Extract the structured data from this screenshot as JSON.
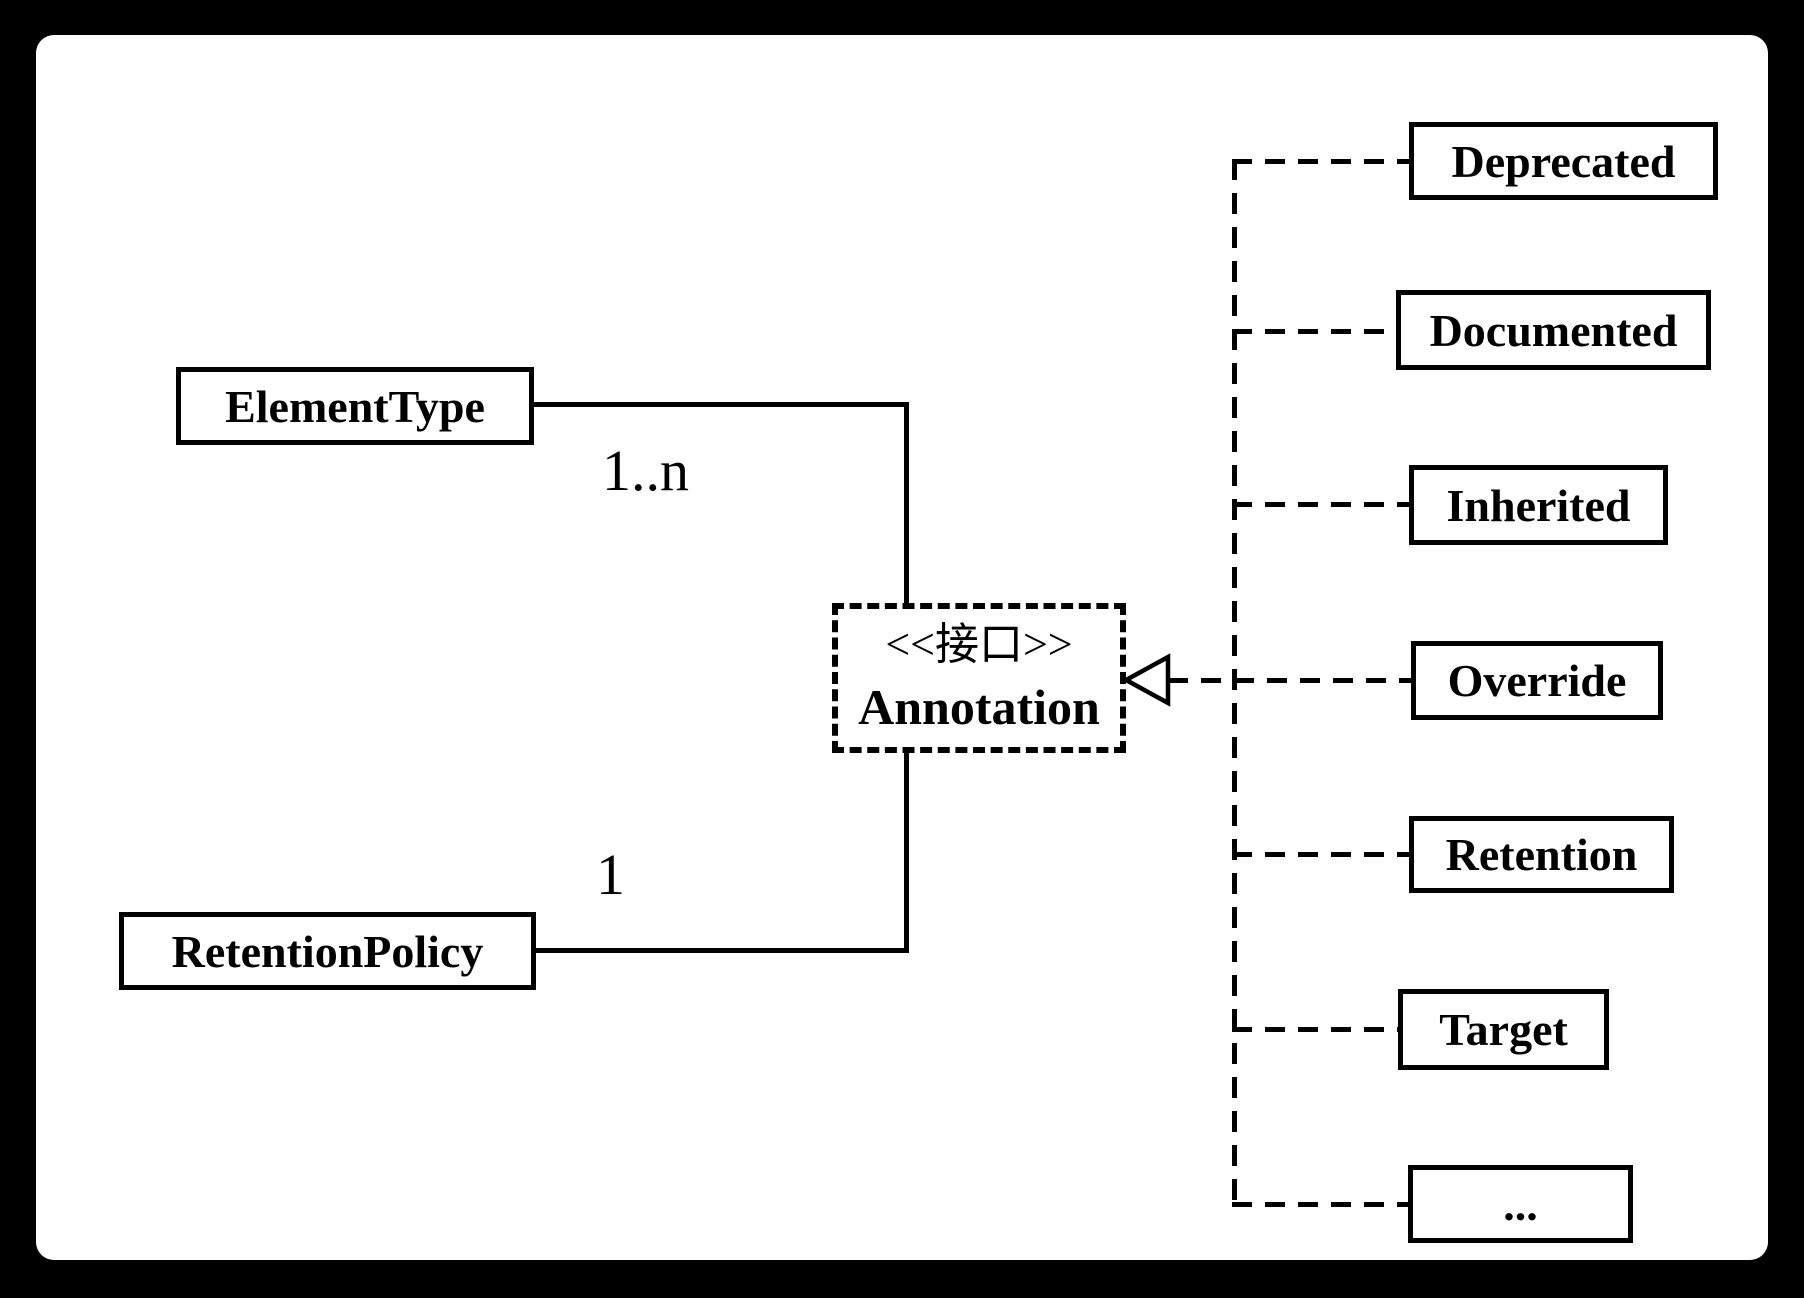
{
  "diagram": {
    "center_interface": {
      "stereotype": "<<接口>>",
      "name": "Annotation"
    },
    "left_nodes": [
      {
        "label": "ElementType",
        "multiplicity": "1..n"
      },
      {
        "label": "RetentionPolicy",
        "multiplicity": "1"
      }
    ],
    "right_nodes": [
      {
        "label": "Deprecated"
      },
      {
        "label": "Documented"
      },
      {
        "label": "Inherited"
      },
      {
        "label": "Override"
      },
      {
        "label": "Retention"
      },
      {
        "label": "Target"
      },
      {
        "label": "..."
      }
    ],
    "colors": {
      "ink": "#000000",
      "canvas": "#ffffff",
      "frame": "#000000"
    }
  }
}
